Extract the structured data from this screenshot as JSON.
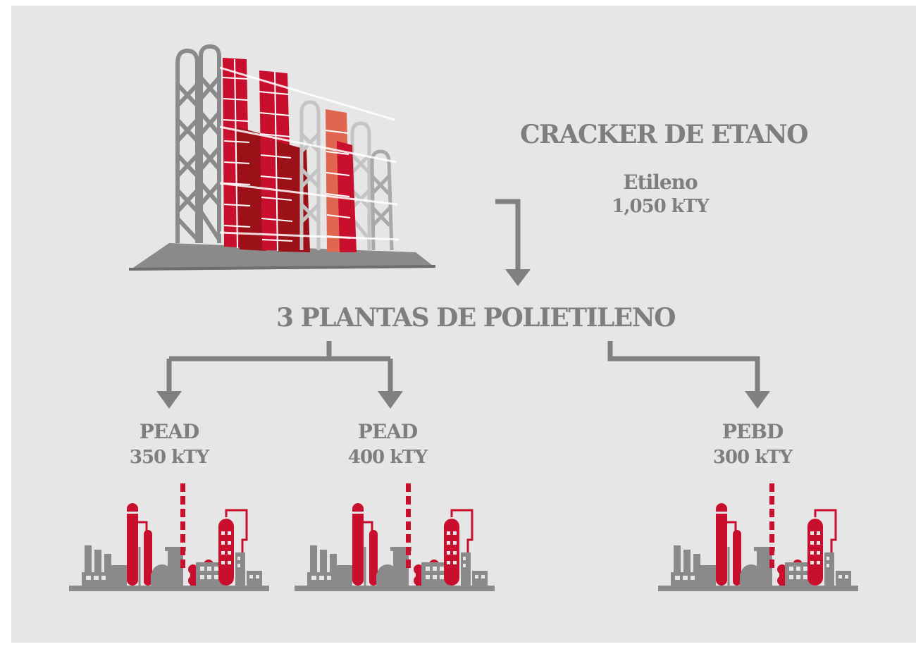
{
  "colors": {
    "background": "#e7e6e7",
    "gray": "#808080",
    "dark_red": "#9c1018",
    "red": "#c8102e",
    "salmon": "#e06650",
    "light_gray": "#bfbfbf"
  },
  "cracker": {
    "title": "CRACKER DE ETANO",
    "product": "Etileno",
    "capacity": "1,050 kTY",
    "icon": "ethane-cracker-icon"
  },
  "hub": {
    "title": "3 PLANTAS DE POLIETILENO"
  },
  "plants": [
    {
      "name": "PEAD",
      "capacity": "350 kTY",
      "icon": "factory-icon"
    },
    {
      "name": "PEAD",
      "capacity": "400 kTY",
      "icon": "factory-icon"
    },
    {
      "name": "PEBD",
      "capacity": "300 kTY",
      "icon": "factory-icon"
    }
  ]
}
